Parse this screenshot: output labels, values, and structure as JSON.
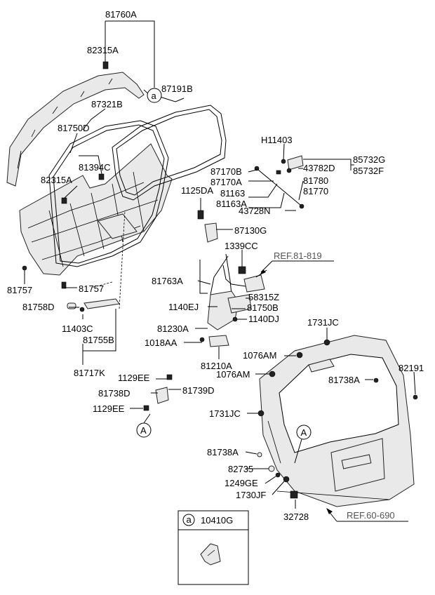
{
  "labels": {
    "l81760A": "81760A",
    "l82315A_top": "82315A",
    "l87191B": "87191B",
    "l87321B": "87321B",
    "l81750D": "81750D",
    "l81394C": "81394C",
    "l82315A_mid": "82315A",
    "l81757_left": "81757",
    "l81757_right": "81757",
    "l81758D": "81758D",
    "l11403C": "11403C",
    "l81755B": "81755B",
    "l81717K": "81717K",
    "lH11403": "H11403",
    "l85732G": "85732G",
    "l43782D": "43782D",
    "l85732F": "85732F",
    "l87170B": "87170B",
    "l87170A": "87170A",
    "l81780": "81780",
    "l81770": "81770",
    "l1125DA": "1125DA",
    "l81163": "81163",
    "l81163A": "81163A",
    "l43728N": "43728N",
    "l87130G": "87130G",
    "l1339CC": "1339CC",
    "lREF81819": "REF.81-819",
    "l81763A": "81763A",
    "l58315Z": "58315Z",
    "l1140EJ": "1140EJ",
    "l81750B": "81750B",
    "l1140DJ": "1140DJ",
    "l81230A": "81230A",
    "l1018AA": "1018AA",
    "l81210A": "81210A",
    "l1731JC_top": "1731JC",
    "l1076AM_1": "1076AM",
    "l1076AM_2": "1076AM",
    "l82191": "82191",
    "l81738A_1": "81738A",
    "l1129EE_1": "1129EE",
    "l81738D": "81738D",
    "l81739D": "81739D",
    "l1129EE_2": "1129EE",
    "l1731JC_left": "1731JC",
    "l81738A_2": "81738A",
    "l82735": "82735",
    "l1249GE": "1249GE",
    "l1730JF": "1730JF",
    "l32728": "32728",
    "lREF60690": "REF.60-690",
    "l10410G": "10410G"
  },
  "callouts": {
    "a_top": "a",
    "a_legend": "a",
    "A_left": "A",
    "A_door": "A"
  }
}
